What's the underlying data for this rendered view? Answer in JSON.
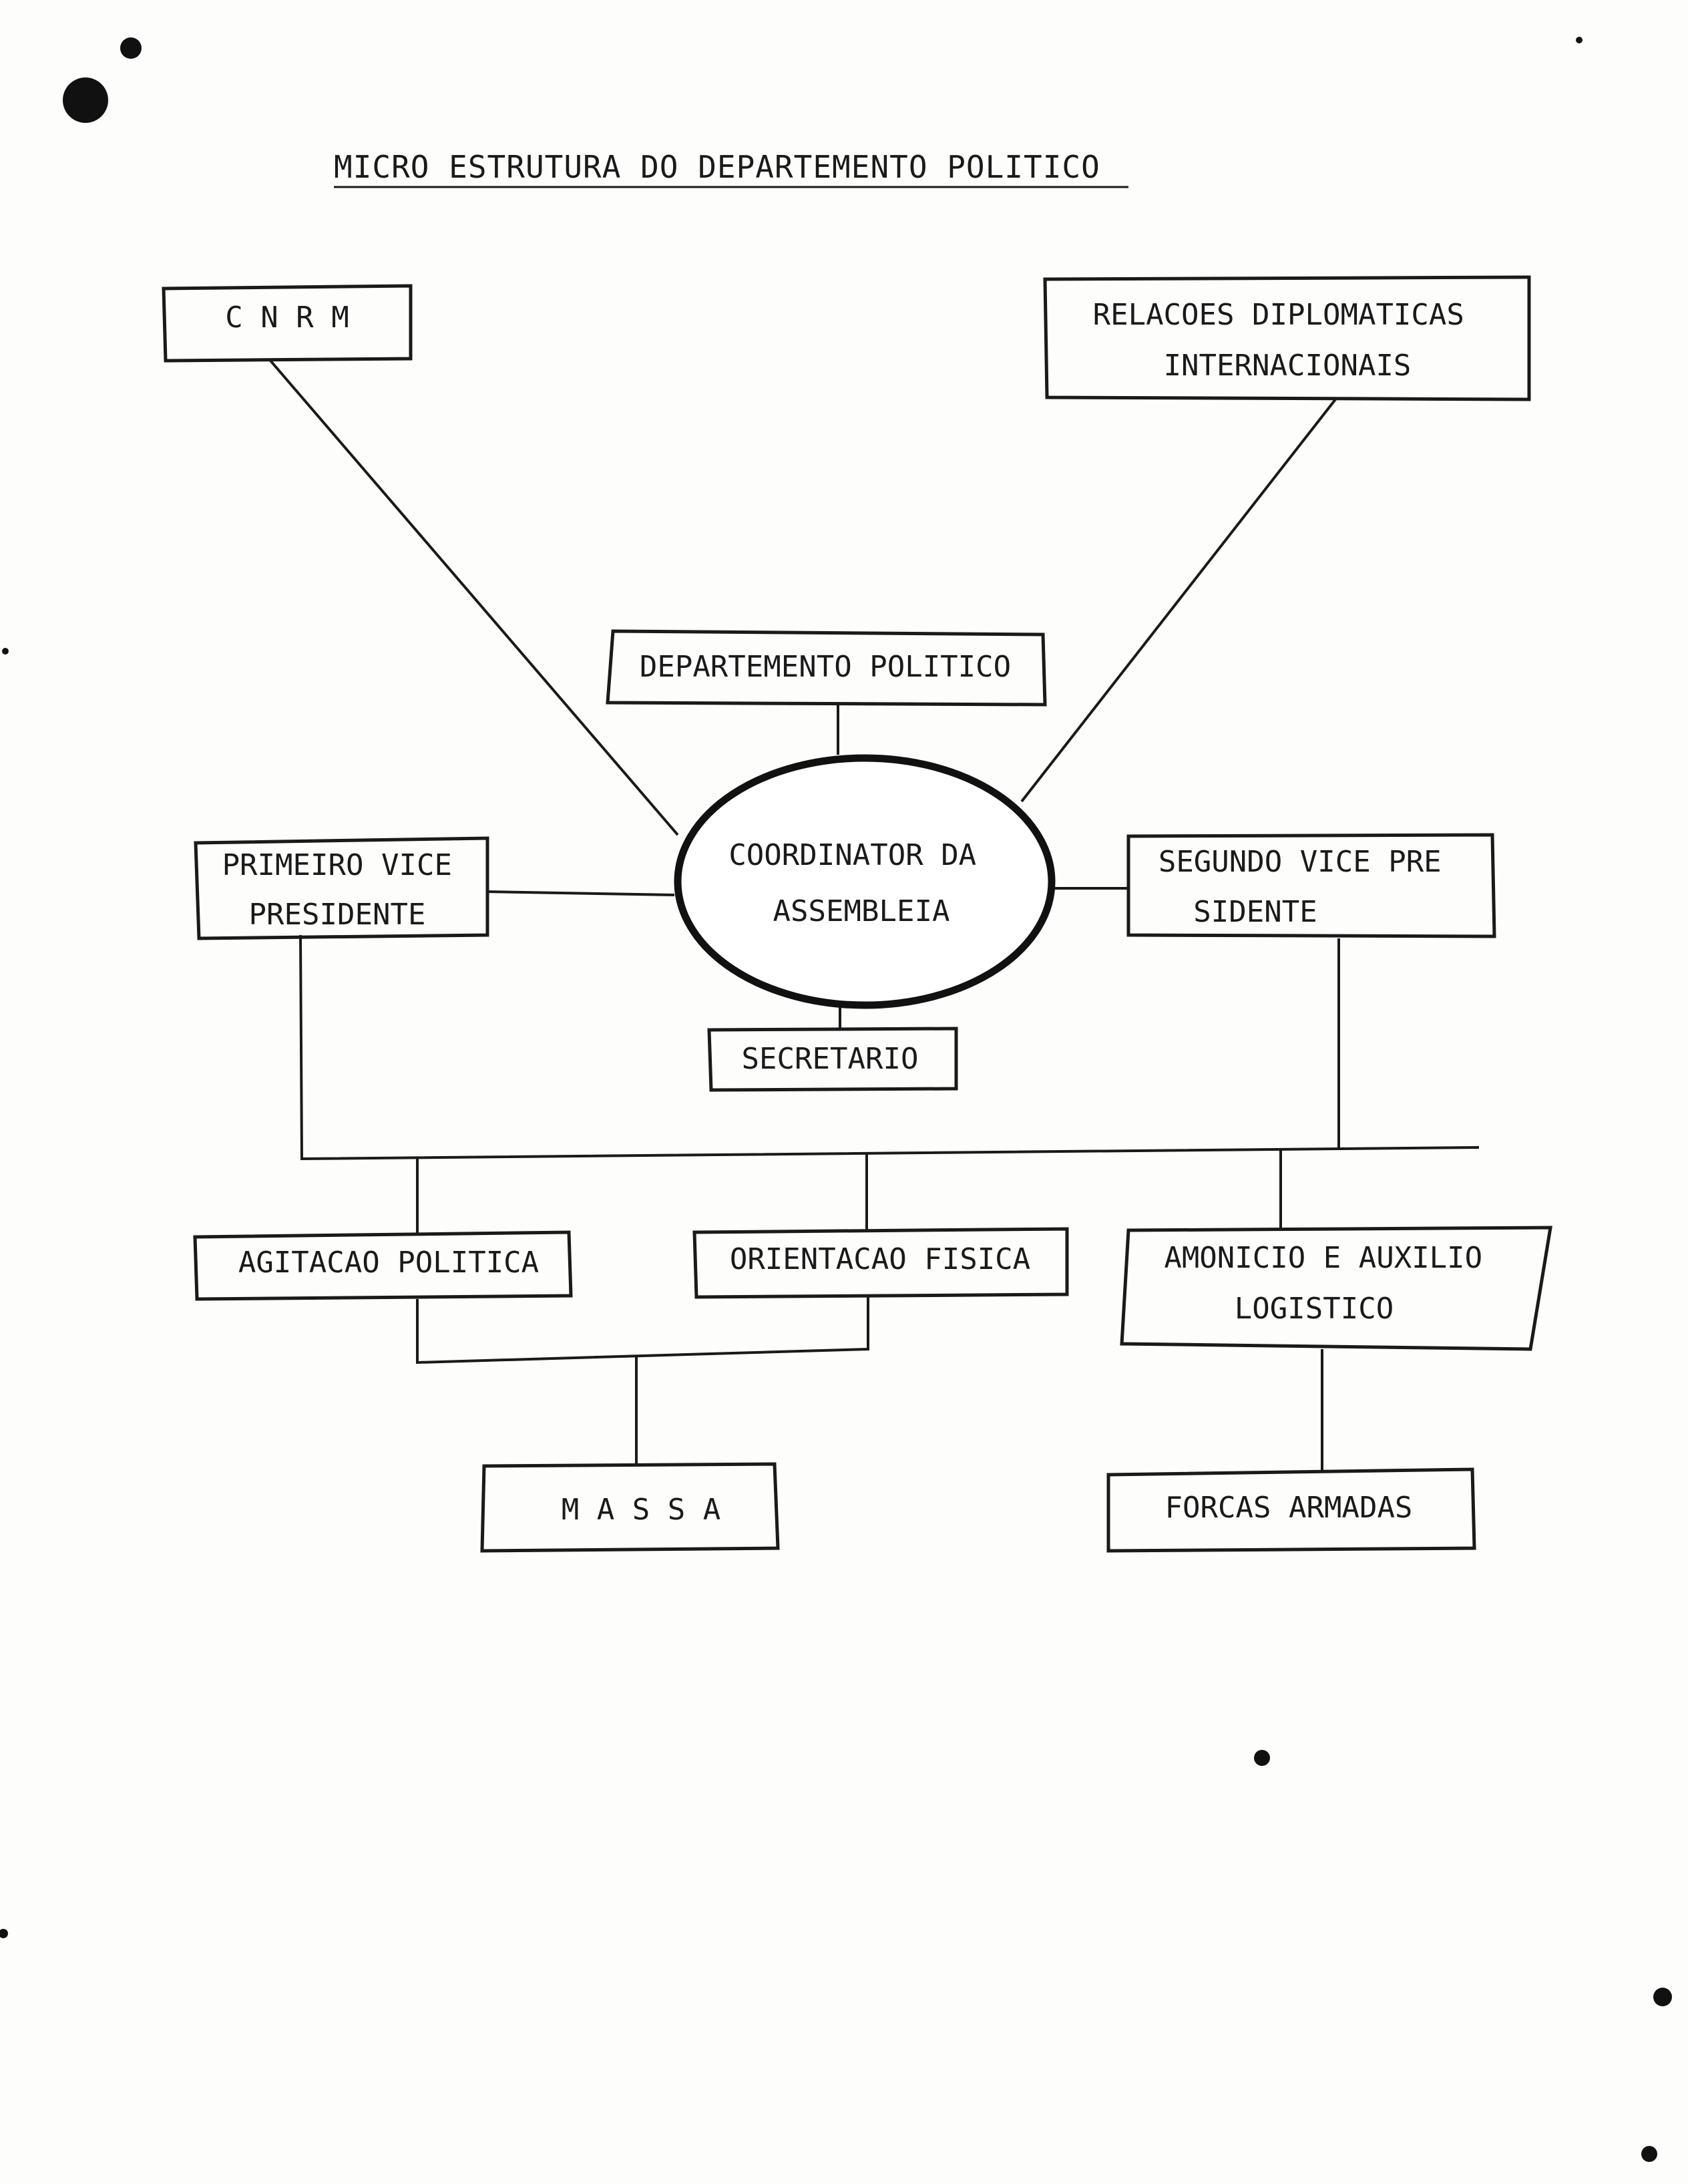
{
  "document": {
    "title": "MICRO ESTRUTURA DO DEPARTEMENTO POLITICO"
  },
  "nodes": {
    "cnrm": {
      "lines": [
        "C N R M"
      ]
    },
    "relacoes": {
      "lines": [
        "RELACOES DIPLOMATICAS",
        "INTERNACIONAIS"
      ]
    },
    "departamento": {
      "lines": [
        "DEPARTEMENTO POLITICO"
      ]
    },
    "coordinator": {
      "lines": [
        "COORDINATOR DA",
        "ASSEMBLEIA"
      ]
    },
    "primeiro_vice": {
      "lines": [
        "PRIMEIRO VICE",
        "PRESIDENTE"
      ]
    },
    "segundo_vice": {
      "lines": [
        "SEGUNDO VICE PRE",
        "SIDENTE"
      ]
    },
    "secretario": {
      "lines": [
        "SECRETARIO"
      ]
    },
    "agitacao": {
      "lines": [
        "AGITACAO POLITICA"
      ]
    },
    "orientacao": {
      "lines": [
        "ORIENTACAO FISICA"
      ]
    },
    "amonicio": {
      "lines": [
        "AMONICIO E AUXILIO",
        "LOGISTICO"
      ]
    },
    "massa": {
      "lines": [
        "M A S S A"
      ]
    },
    "forcas": {
      "lines": [
        "FORCAS ARMADAS"
      ]
    }
  }
}
